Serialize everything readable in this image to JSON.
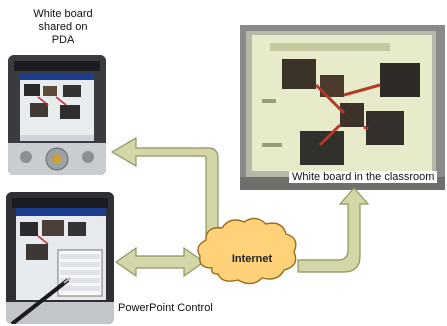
{
  "captions": {
    "pda_shared_line1": "White board",
    "pda_shared_line2": "shared on PDA",
    "classroom": "White board in the classroom",
    "powerpoint": "PowerPoint Control",
    "internet": "Internet"
  },
  "colors": {
    "arrow_fill": "#d3d6a6",
    "arrow_stroke": "#8e9562",
    "cloud_fill": "#ffd27a",
    "cloud_stroke": "#9b6b1e"
  }
}
